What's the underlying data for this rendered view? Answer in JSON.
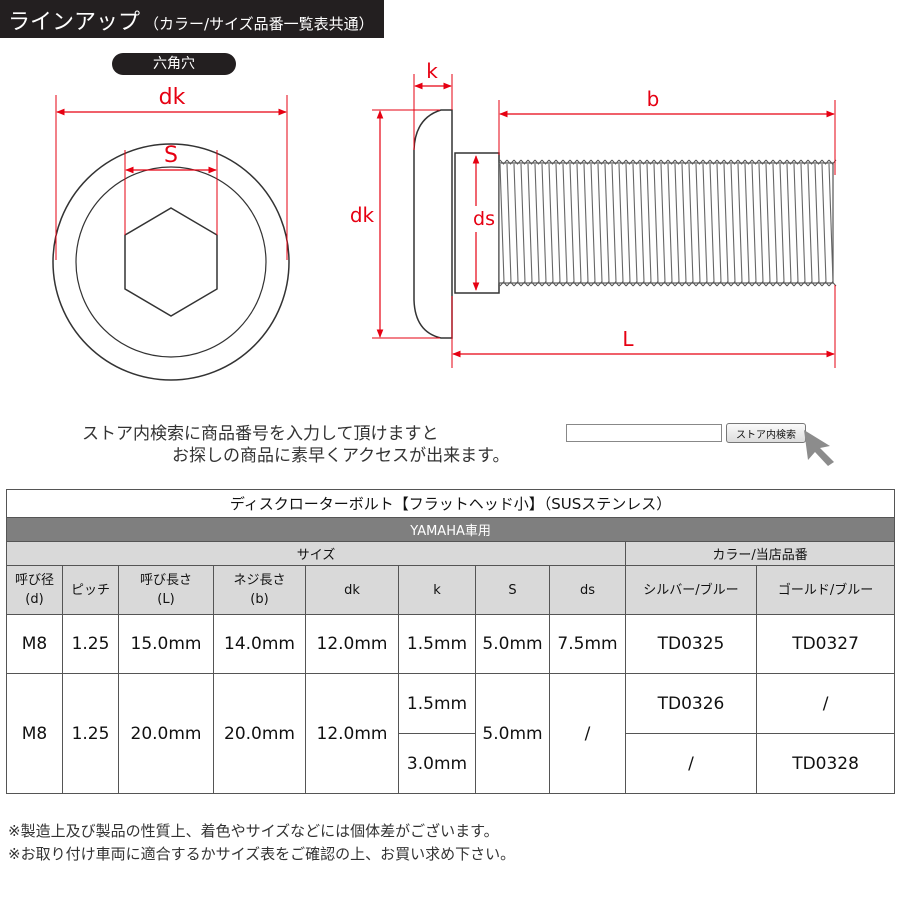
{
  "header": {
    "title": "ラインアップ",
    "subtitle": "（カラー/サイズ品番一覧表共通）"
  },
  "diagram": {
    "pill": "六角穴",
    "labels": {
      "dk": "dk",
      "S": "S",
      "k": "k",
      "b": "b",
      "ds": "ds",
      "L": "L"
    }
  },
  "search": {
    "hint_line1": "ストア内検索に商品番号を入力して頂けますと",
    "hint_line2": "お探しの商品に素早くアクセスが出来ます。",
    "input_value": "",
    "button_label": "ストア内検索"
  },
  "table": {
    "title": "ディスクローターボルト【フラットヘッド小】（SUSステンレス）",
    "maker": "YAMAHA車用",
    "group_size": "サイズ",
    "group_color": "カラー/当店品番",
    "headers": [
      {
        "line1": "呼び径",
        "line2": "(d)"
      },
      {
        "line1": "ピッチ",
        "line2": ""
      },
      {
        "line1": "呼び長さ",
        "line2": "(L)"
      },
      {
        "line1": "ネジ長さ",
        "line2": "(b)"
      },
      {
        "line1": "dk",
        "line2": ""
      },
      {
        "line1": "k",
        "line2": ""
      },
      {
        "line1": "S",
        "line2": ""
      },
      {
        "line1": "ds",
        "line2": ""
      },
      {
        "line1": "シルバー/ブルー",
        "line2": ""
      },
      {
        "line1": "ゴールド/ブルー",
        "line2": ""
      }
    ],
    "row1": {
      "d": "M8",
      "pitch": "1.25",
      "L": "15.0mm",
      "b": "14.0mm",
      "dk": "12.0mm",
      "k": "1.5mm",
      "S": "5.0mm",
      "ds": "7.5mm",
      "silver": "TD0325",
      "gold": "TD0327"
    },
    "row2": {
      "d": "M8",
      "pitch": "1.25",
      "L": "20.0mm",
      "b": "20.0mm",
      "dk": "12.0mm",
      "k_a": "1.5mm",
      "k_b": "3.0mm",
      "S": "5.0mm",
      "ds": "/",
      "silver_a": "TD0326",
      "gold_a": "/",
      "silver_b": "/",
      "gold_b": "TD0328"
    }
  },
  "notes": {
    "line1": "※製造上及び製品の性質上、着色やサイズなどには個体差がございます。",
    "line2": "※お取り付け車両に適合するかサイズ表をご確認の上、お買い求め下さい。"
  },
  "colors": {
    "dimension_red": "#e60012",
    "header_dark": "#231f20",
    "table_gray": "#7f7f7f",
    "table_light": "#d9d9d9"
  }
}
